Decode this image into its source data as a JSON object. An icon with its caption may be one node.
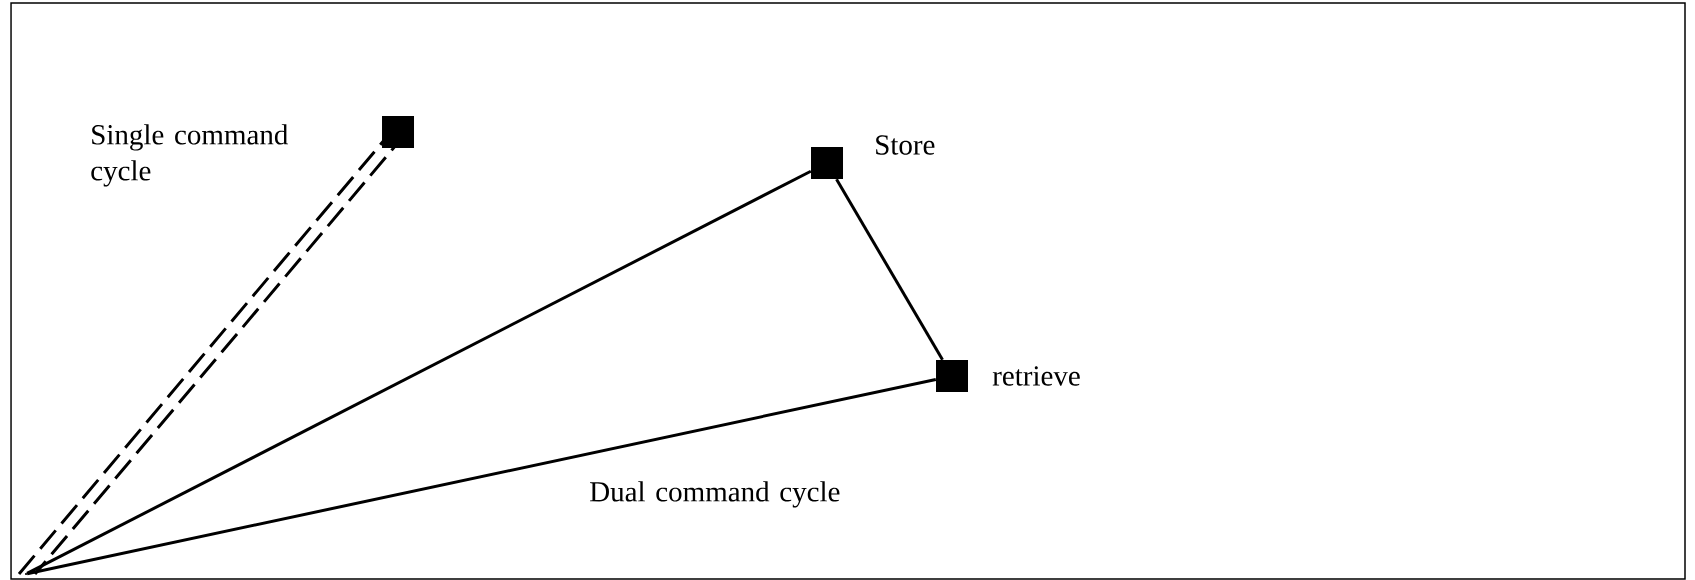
{
  "diagram": {
    "nodes": [
      {
        "text": [],
        "shape": "point"
      },
      {
        "text": [],
        "shape": "box"
      },
      {
        "text": [],
        "shape": "box",
        "beside": [
          "Store"
        ]
      },
      {
        "text": [],
        "shape": "box",
        "beside": [
          "retrieve"
        ]
      }
    ],
    "edges": [
      {
        "from": 0,
        "to": 1,
        "arrow": "none",
        "style": "dashed"
      },
      {
        "from": 1,
        "to": 0,
        "arrow": "none",
        "style": "dashed"
      },
      {
        "from": 0,
        "to": 2,
        "arrow": "none"
      },
      {
        "from": 2,
        "to": 3,
        "arrow": "none"
      },
      {
        "from": 3,
        "to": 0,
        "arrow": "none"
      }
    ],
    "labels": [
      "Single command cycle",
      "Dual command cycle"
    ]
  }
}
